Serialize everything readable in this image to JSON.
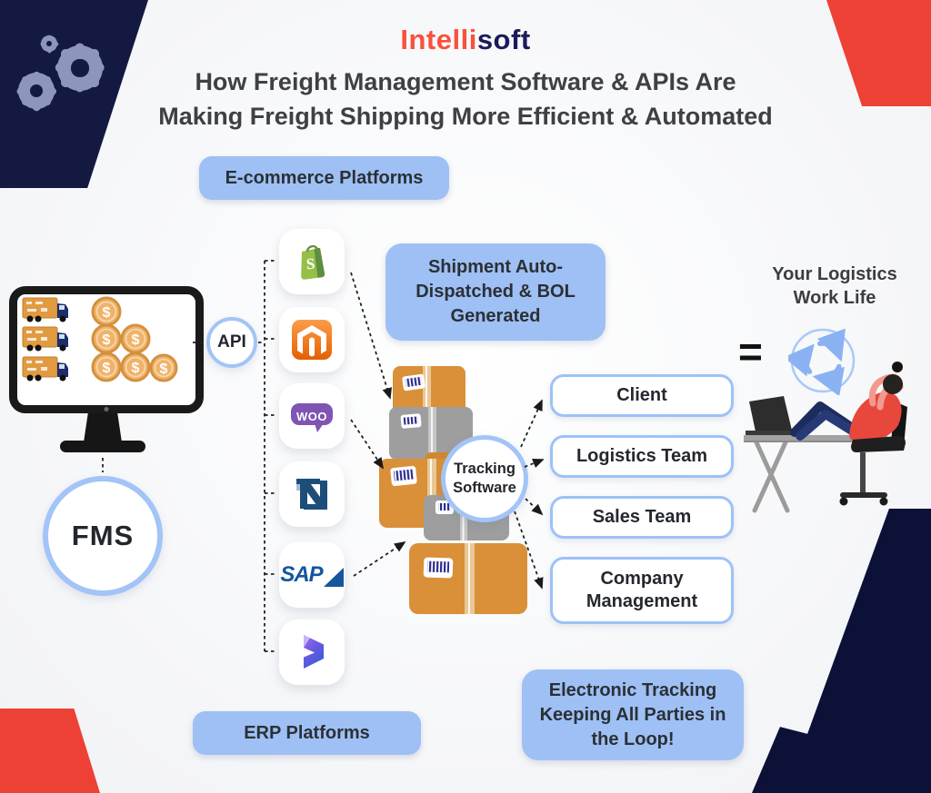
{
  "brand": {
    "logo_part1": "Intelli",
    "logo_part2": "soft"
  },
  "title": {
    "line1": "How Freight Management Software & APIs Are",
    "line2": "Making Freight Shipping More Efficient & Automated"
  },
  "pills": {
    "ecommerce": "E-commerce Platforms",
    "erp": "ERP Platforms"
  },
  "nodes": {
    "api": "API",
    "fms": "FMS",
    "tracking_line1": "Tracking",
    "tracking_line2": "Software",
    "equals": "="
  },
  "boxes": {
    "shipment": {
      "lines": [
        "Shipment Auto-",
        "Dispatched & BOL",
        "Generated"
      ]
    },
    "electronic": {
      "lines": [
        "Electronic Tracking",
        "Keeping All Parties in",
        "the Loop!"
      ]
    }
  },
  "recipients": [
    "Client",
    "Logistics Team",
    "Sales Team",
    "Company Management"
  ],
  "worklife": {
    "line1": "Your Logistics",
    "line2": "Work Life"
  },
  "platforms": [
    {
      "name": "Shopify",
      "letter": "S"
    },
    {
      "name": "Magento"
    },
    {
      "name": "WooCommerce",
      "label": "WOO"
    },
    {
      "name": "NetSuite"
    },
    {
      "name": "SAP",
      "label": "SAP"
    },
    {
      "name": "Dynamics 365"
    }
  ],
  "colors": {
    "accent_blue": "#9ec0f4",
    "outline_blue": "#9cc2f8",
    "corner_navy": "#141942",
    "corner_red": "#ee4136",
    "logo_red": "#f8523b",
    "logo_navy": "#1b1b5c",
    "box_orange": "#d99038",
    "box_gray": "#9e9e9e",
    "shopify_green": "#95bf47",
    "magento_orange": "#ee7119",
    "woo_purple": "#7f54b3",
    "sap_blue": "#15569c"
  }
}
